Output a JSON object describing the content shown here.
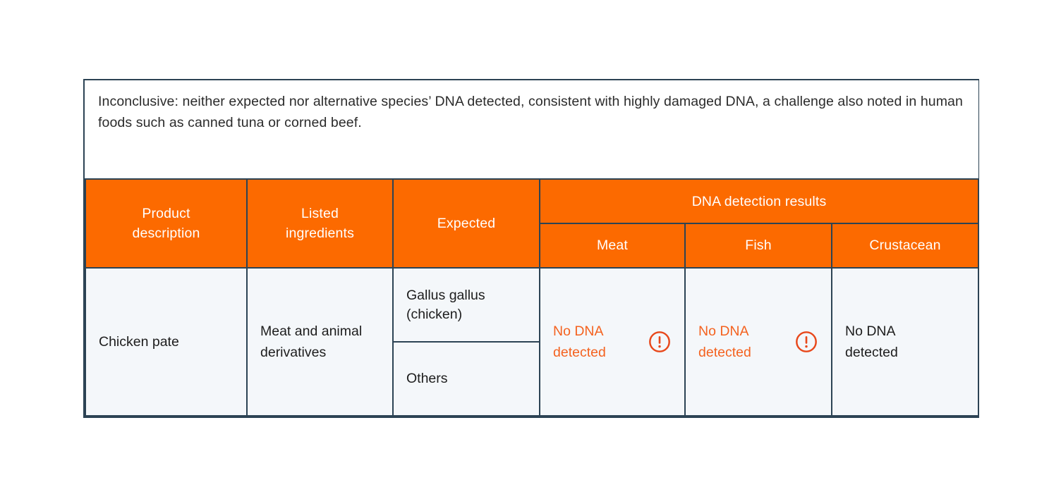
{
  "note": {
    "text": "Inconclusive: neither expected nor alternative species’ DNA detected, consistent with highly damaged DNA, a challenge also noted in human foods such as canned tuna or corned beef."
  },
  "colors": {
    "header_orange": "#fc6a00",
    "border": "#2c4354",
    "body_background": "#f4f7fa",
    "alert_text": "#f4621f",
    "body_text": "#1d1d1d",
    "header_text": "#ffffff"
  },
  "table": {
    "headers": {
      "product_description": "Product\ndescription",
      "listed_ingredients": "Listed\ningredients",
      "expected": "Expected",
      "dna_detection_results": "DNA detection results",
      "meat": "Meat",
      "fish": "Fish",
      "crustacean": "Crustacean"
    },
    "rows": [
      {
        "product_description": "Chicken pate",
        "listed_ingredients": "Meat and animal derivatives",
        "expected": [
          "Gallus gallus (chicken)",
          "Others"
        ],
        "results": {
          "meat": {
            "text": "No DNA detected",
            "alert": true,
            "icon": "warning-circle-icon"
          },
          "fish": {
            "text": "No DNA detected",
            "alert": true,
            "icon": "warning-circle-icon"
          },
          "crustacean": {
            "text": "No DNA detected",
            "alert": false,
            "icon": null
          }
        }
      }
    ]
  }
}
